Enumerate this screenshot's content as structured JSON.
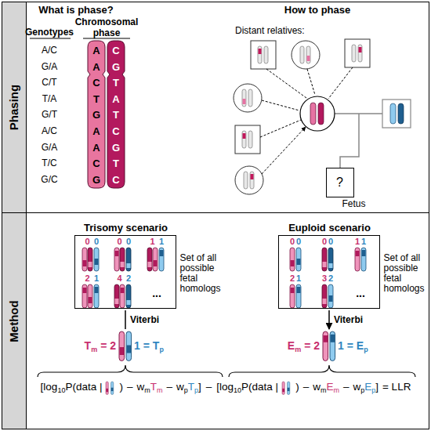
{
  "diagram": {
    "nodes": [
      {
        "text": [
          "Phasing"
        ]
      },
      {
        "text": [
          "?",
          "Fetus"
        ],
        "in": 0
      },
      {
        "text": [
          "Method"
        ]
      },
      {
        "text": [
          "Trisomy scenario",
          "Set of all possible fetal homologs"
        ],
        "in": 2
      },
      {
        "text": [
          "Euploid scenario",
          "Set of all possible fetal homologs"
        ],
        "in": 2
      }
    ],
    "labels": [
      "What is phase?",
      "How to phase",
      "Genotypes",
      "Chromosomal phase",
      "A/C",
      "G/A",
      "C/T",
      "T/A",
      "G/T",
      "A/C",
      "G/A",
      "T/C",
      "G/C",
      "A",
      "A",
      "C",
      "T",
      "G",
      "A",
      "A",
      "C",
      "G",
      "C",
      "G",
      "T",
      "A",
      "T",
      "C",
      "G",
      "T",
      "C",
      "Distant relatives:",
      "0",
      "0",
      "0",
      "0",
      "1",
      "1",
      "2",
      "1",
      "4",
      "2",
      "...",
      "0",
      "0",
      "0",
      "0",
      "1",
      "1",
      "2",
      "1",
      "3",
      "2",
      "...",
      "Viterbi",
      "Viterbi",
      "T",
      "m",
      "= 2",
      "1 =",
      "T",
      "p",
      "E",
      "m",
      "= 2",
      "1 =",
      "E",
      "p",
      "[log",
      "10",
      "P(data |",
      ")",
      "–",
      "w",
      "m",
      "T",
      "m",
      "–",
      "w",
      "p",
      "T",
      "p",
      "]",
      "–",
      "[log",
      "10",
      "P(data |",
      ")",
      "–",
      "w",
      "m",
      "E",
      "m",
      "–",
      "w",
      "p",
      "E",
      "p",
      "]",
      "= LLR"
    ]
  }
}
